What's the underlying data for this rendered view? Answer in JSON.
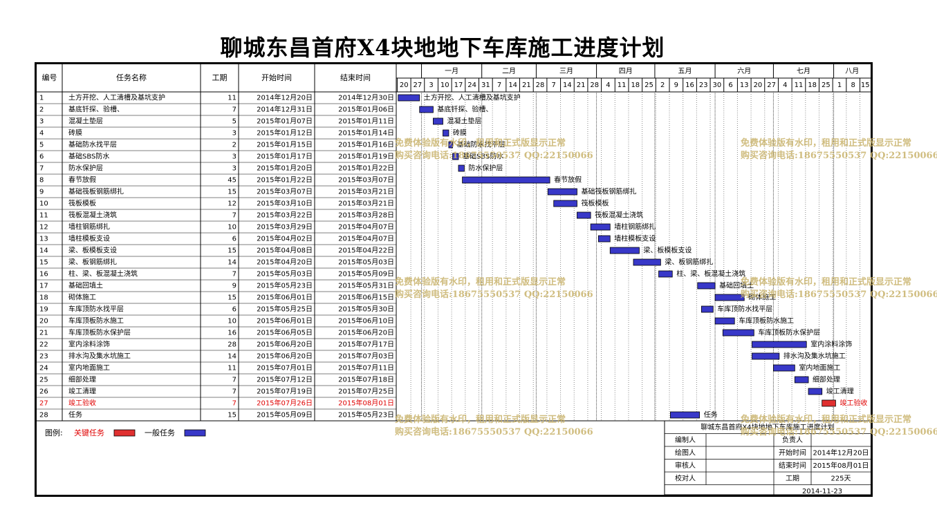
{
  "title": "聊城东昌首府X4块地地下车库施工进度计划",
  "chart_data": {
    "type": "gantt",
    "columns": [
      "编号",
      "任务名称",
      "工期",
      "开始时间",
      "结束时间"
    ],
    "months": [
      "一月",
      "二月",
      "三月",
      "四月",
      "五月",
      "六月",
      "七月",
      "八月"
    ],
    "week_ticks": [
      "20",
      "27",
      "3",
      "10",
      "17",
      "24",
      "31",
      "7",
      "14",
      "21",
      "28",
      "7",
      "14",
      "21",
      "28",
      "4",
      "11",
      "18",
      "25",
      "2",
      "9",
      "16",
      "23",
      "30",
      "6",
      "13",
      "20",
      "27",
      "4",
      "11",
      "18",
      "25",
      "1",
      "8",
      "15"
    ],
    "tasks": [
      {
        "id": "1",
        "name": "土方开挖、人工清槽及基坑支护",
        "duration": "11",
        "start": "2014年12月20日",
        "end": "2014年12月30日",
        "s": "2014-12-20",
        "e": "2014-12-30",
        "type": "normal"
      },
      {
        "id": "2",
        "name": "基底钎探、验槽、",
        "duration": "7",
        "start": "2014年12月31日",
        "end": "2015年01月06日",
        "s": "2014-12-31",
        "e": "2015-01-06",
        "type": "normal"
      },
      {
        "id": "3",
        "name": "混凝土垫层",
        "duration": "5",
        "start": "2015年01月07日",
        "end": "2015年01月11日",
        "s": "2015-01-07",
        "e": "2015-01-11",
        "type": "normal"
      },
      {
        "id": "4",
        "name": "砖膜",
        "duration": "3",
        "start": "2015年01月12日",
        "end": "2015年01月14日",
        "s": "2015-01-12",
        "e": "2015-01-14",
        "type": "normal"
      },
      {
        "id": "5",
        "name": "基础防水找平层",
        "duration": "2",
        "start": "2015年01月15日",
        "end": "2015年01月16日",
        "s": "2015-01-15",
        "e": "2015-01-16",
        "type": "normal"
      },
      {
        "id": "6",
        "name": "基础SBS防水",
        "duration": "3",
        "start": "2015年01月17日",
        "end": "2015年01月19日",
        "s": "2015-01-17",
        "e": "2015-01-19",
        "type": "normal"
      },
      {
        "id": "7",
        "name": "防水保护层",
        "duration": "3",
        "start": "2015年01月20日",
        "end": "2015年01月22日",
        "s": "2015-01-20",
        "e": "2015-01-22",
        "type": "normal"
      },
      {
        "id": "8",
        "name": "春节放假",
        "duration": "45",
        "start": "2015年01月22日",
        "end": "2015年03月07日",
        "s": "2015-01-22",
        "e": "2015-03-07",
        "type": "normal"
      },
      {
        "id": "9",
        "name": "基础筏板钢筋绑扎",
        "duration": "15",
        "start": "2015年03月07日",
        "end": "2015年03月21日",
        "s": "2015-03-07",
        "e": "2015-03-21",
        "type": "normal"
      },
      {
        "id": "10",
        "name": "筏板模板",
        "duration": "12",
        "start": "2015年03月10日",
        "end": "2015年03月21日",
        "s": "2015-03-10",
        "e": "2015-03-21",
        "type": "normal"
      },
      {
        "id": "11",
        "name": "筏板混凝土浇筑",
        "duration": "7",
        "start": "2015年03月22日",
        "end": "2015年03月28日",
        "s": "2015-03-22",
        "e": "2015-03-28",
        "type": "normal"
      },
      {
        "id": "12",
        "name": "墙柱钢筋绑扎",
        "duration": "10",
        "start": "2015年03月29日",
        "end": "2015年04月07日",
        "s": "2015-03-29",
        "e": "2015-04-07",
        "type": "normal"
      },
      {
        "id": "13",
        "name": "墙柱模板支设",
        "duration": "6",
        "start": "2015年04月02日",
        "end": "2015年04月07日",
        "s": "2015-04-02",
        "e": "2015-04-07",
        "type": "normal"
      },
      {
        "id": "14",
        "name": "梁、板模板支设",
        "duration": "15",
        "start": "2015年04月08日",
        "end": "2015年04月22日",
        "s": "2015-04-08",
        "e": "2015-04-22",
        "type": "normal"
      },
      {
        "id": "15",
        "name": "梁、板钢筋绑扎",
        "duration": "14",
        "start": "2015年04月20日",
        "end": "2015年05月03日",
        "s": "2015-04-20",
        "e": "2015-05-03",
        "type": "normal"
      },
      {
        "id": "16",
        "name": "柱、梁、板混凝土浇筑",
        "duration": "7",
        "start": "2015年05月03日",
        "end": "2015年05月09日",
        "s": "2015-05-03",
        "e": "2015-05-09",
        "type": "normal"
      },
      {
        "id": "17",
        "name": "基础回填土",
        "duration": "9",
        "start": "2015年05月23日",
        "end": "2015年05月31日",
        "s": "2015-05-23",
        "e": "2015-05-31",
        "type": "normal"
      },
      {
        "id": "18",
        "name": "砌体施工",
        "duration": "15",
        "start": "2015年06月01日",
        "end": "2015年06月15日",
        "s": "2015-06-01",
        "e": "2015-06-15",
        "type": "normal"
      },
      {
        "id": "19",
        "name": "车库顶防水找平层",
        "duration": "6",
        "start": "2015年05月25日",
        "end": "2015年05月30日",
        "s": "2015-05-25",
        "e": "2015-05-30",
        "type": "normal"
      },
      {
        "id": "20",
        "name": "车库顶板防水施工",
        "duration": "10",
        "start": "2015年06月01日",
        "end": "2015年06月10日",
        "s": "2015-06-01",
        "e": "2015-06-10",
        "type": "normal"
      },
      {
        "id": "21",
        "name": "车库顶板防水保护层",
        "duration": "16",
        "start": "2015年06月05日",
        "end": "2015年06月20日",
        "s": "2015-06-05",
        "e": "2015-06-20",
        "type": "normal"
      },
      {
        "id": "22",
        "name": "室内涂料涂饰",
        "duration": "28",
        "start": "2015年06月20日",
        "end": "2015年07月17日",
        "s": "2015-06-20",
        "e": "2015-07-17",
        "type": "normal"
      },
      {
        "id": "23",
        "name": "排水沟及集水坑施工",
        "duration": "14",
        "start": "2015年06月20日",
        "end": "2015年07月03日",
        "s": "2015-06-20",
        "e": "2015-07-03",
        "type": "normal"
      },
      {
        "id": "24",
        "name": "室内地面施工",
        "duration": "11",
        "start": "2015年07月01日",
        "end": "2015年07月11日",
        "s": "2015-07-01",
        "e": "2015-07-11",
        "type": "normal"
      },
      {
        "id": "25",
        "name": "细部处理",
        "duration": "7",
        "start": "2015年07月12日",
        "end": "2015年07月18日",
        "s": "2015-07-12",
        "e": "2015-07-18",
        "type": "normal"
      },
      {
        "id": "26",
        "name": "竣工清理",
        "duration": "7",
        "start": "2015年07月19日",
        "end": "2015年07月25日",
        "s": "2015-07-19",
        "e": "2015-07-25",
        "type": "normal"
      },
      {
        "id": "27",
        "name": "竣工验收",
        "duration": "7",
        "start": "2015年07月26日",
        "end": "2015年08月01日",
        "s": "2015-07-26",
        "e": "2015-08-01",
        "type": "critical"
      },
      {
        "id": "28",
        "name": "任务",
        "duration": "15",
        "start": "2015年05月09日",
        "end": "2015年05月23日",
        "s": "2015-05-09",
        "e": "2015-05-23",
        "type": "normal"
      }
    ]
  },
  "legend": {
    "label": "图例:",
    "critical": "关键任务",
    "normal": "一般任务"
  },
  "info_box": {
    "title": "聊城东昌首府X4块地地下车库施工进度计划",
    "editor_label": "编制人",
    "drawer_label": "绘图人",
    "reviewer_label": "审核人",
    "checker_label": "校对人",
    "owner_label": "负责人",
    "start_label": "开始时间",
    "start_value": "2014年12月20日",
    "end_label": "结束时间",
    "end_value": "2015年08月01日",
    "duration_label": "工期",
    "duration_value": "225天",
    "date": "2014-11-23"
  },
  "colors": {
    "normal_fill": "#3838c8",
    "critical_fill": "#e03030",
    "critical_text": "#e00000",
    "grid": "#000000",
    "dotted": "#888888",
    "watermark": "#c8b26a"
  },
  "watermark": {
    "line1": "免费体验版有水印，租用和正式版显示正常",
    "line2": "购买咨询电话:18675550537 QQ:22150066"
  }
}
